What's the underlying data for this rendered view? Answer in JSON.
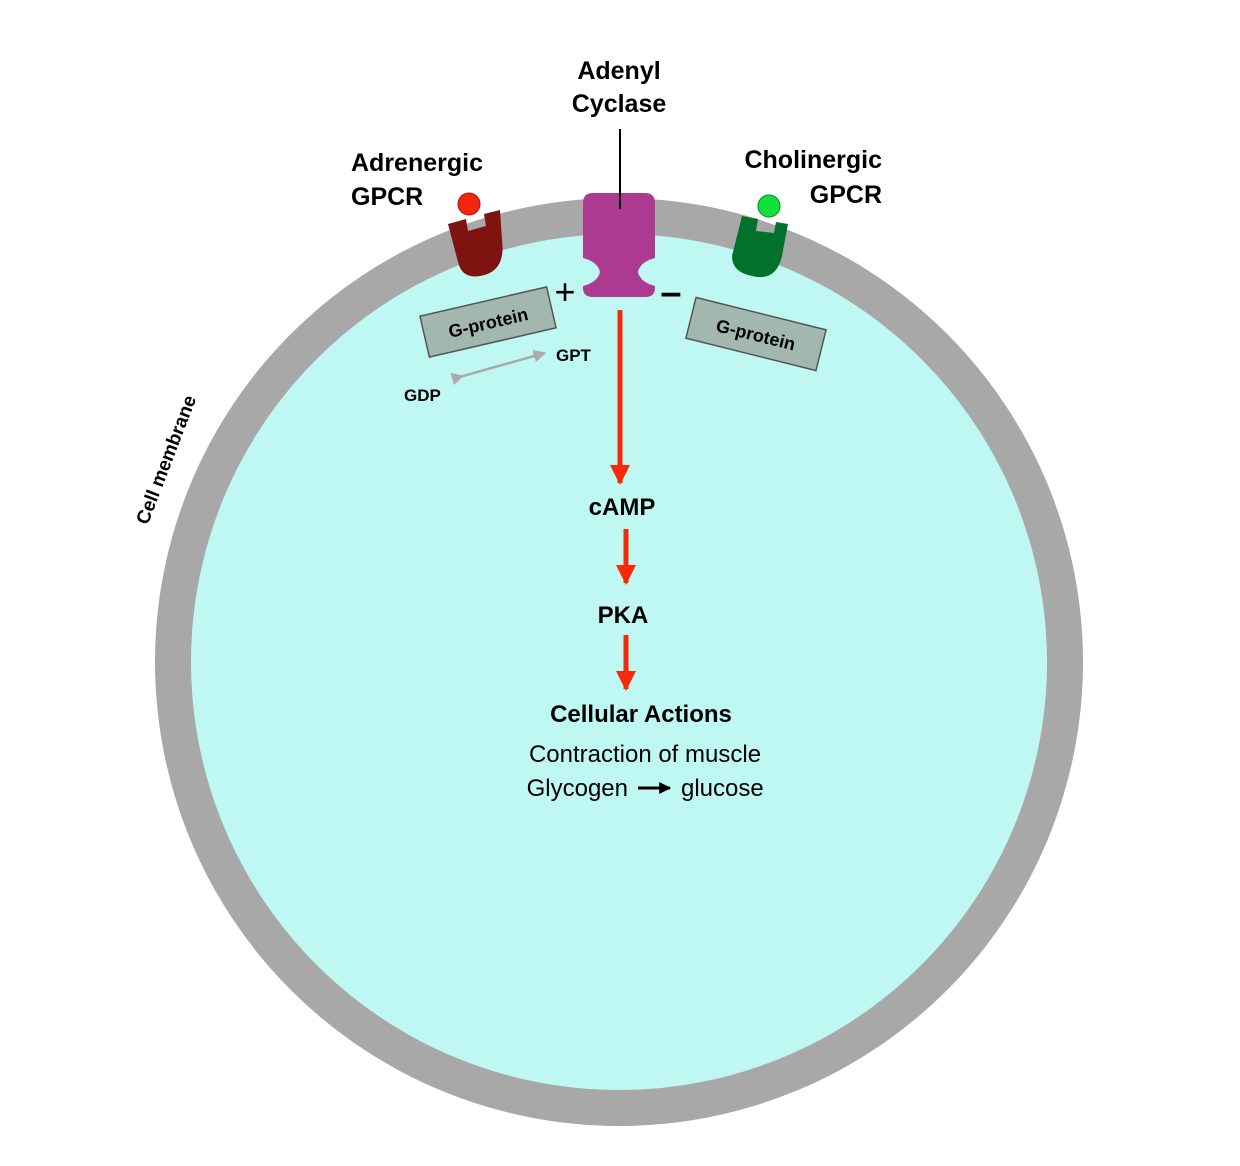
{
  "labels": {
    "adenyl_line1": "Adenyl",
    "adenyl_line2": "Cyclase",
    "adrenergic_line1": "Adrenergic",
    "adrenergic_line2": "GPCR",
    "cholinergic_line1": "Cholinergic",
    "cholinergic_line2": "GPCR",
    "g_protein_left": "G-protein",
    "g_protein_right": "G-protein",
    "plus": "+",
    "minus": "–",
    "gpt": "GPT",
    "gdp": "GDP",
    "cell_membrane": "Cell membrane",
    "camp": "cAMP",
    "pka": "PKA",
    "cellular_actions": "Cellular Actions",
    "action_1": "Contraction of muscle",
    "action_2_from": "Glycogen",
    "action_2_to": "glucose"
  },
  "colors": {
    "membrane": "#a8a8a8",
    "cytoplasm": "#bff8f2",
    "adrenergic_receptor": "#7d1410",
    "adrenergic_ligand": "#f3250f",
    "cholinergic_receptor": "#00722b",
    "cholinergic_ligand": "#11e13a",
    "adenyl_cyclase": "#ad3a91",
    "g_protein": "#a2b8ae",
    "pathway_arrow": "#f6290c",
    "exchange_arrow": "#aaaaaa"
  }
}
